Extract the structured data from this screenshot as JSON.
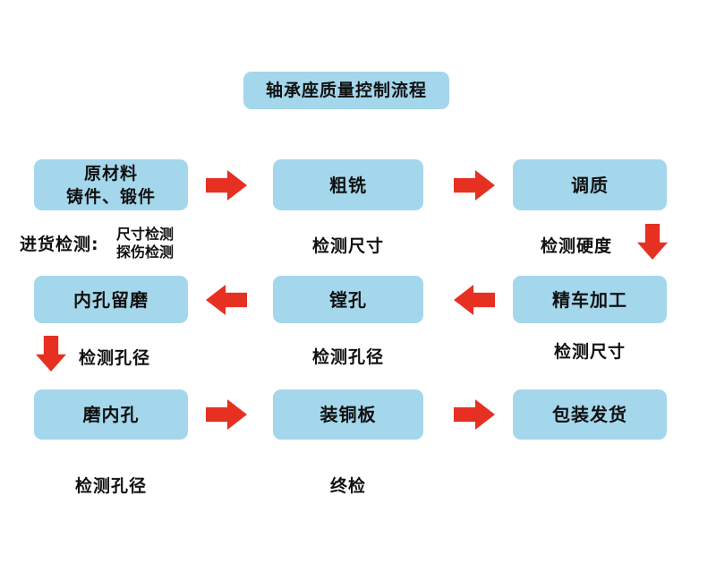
{
  "title": "轴承座质量控制流程",
  "colors": {
    "box_fill": "#A4D7EB",
    "arrow": "#E63122",
    "text": "#111111",
    "background": "#FFFFFF"
  },
  "row1": {
    "box_raw_material_line1": "原材料",
    "box_raw_material_line2": "铸件、锻件",
    "box_rough_milling": "粗铣",
    "box_quench_temper": "调质",
    "label_incoming_inspection": "进货检测:",
    "label_dimension_inspection": "尺寸检测",
    "label_flaw_inspection": "探伤检测",
    "label_check_dimension": "检测尺寸",
    "label_check_hardness": "检测硬度"
  },
  "row2": {
    "box_bore_grinding_allowance": "内孔留磨",
    "box_boring": "镗孔",
    "box_finish_turning": "精车加工",
    "label_check_bore_left": "检测孔径",
    "label_check_bore_center": "检测孔径",
    "label_check_dimension": "检测尺寸"
  },
  "row3": {
    "box_grind_bore": "磨内孔",
    "box_fit_copper_plate": "装铜板",
    "box_packing_delivery": "包装发货",
    "label_check_bore": "检测孔径",
    "label_final_inspection": "终检"
  }
}
